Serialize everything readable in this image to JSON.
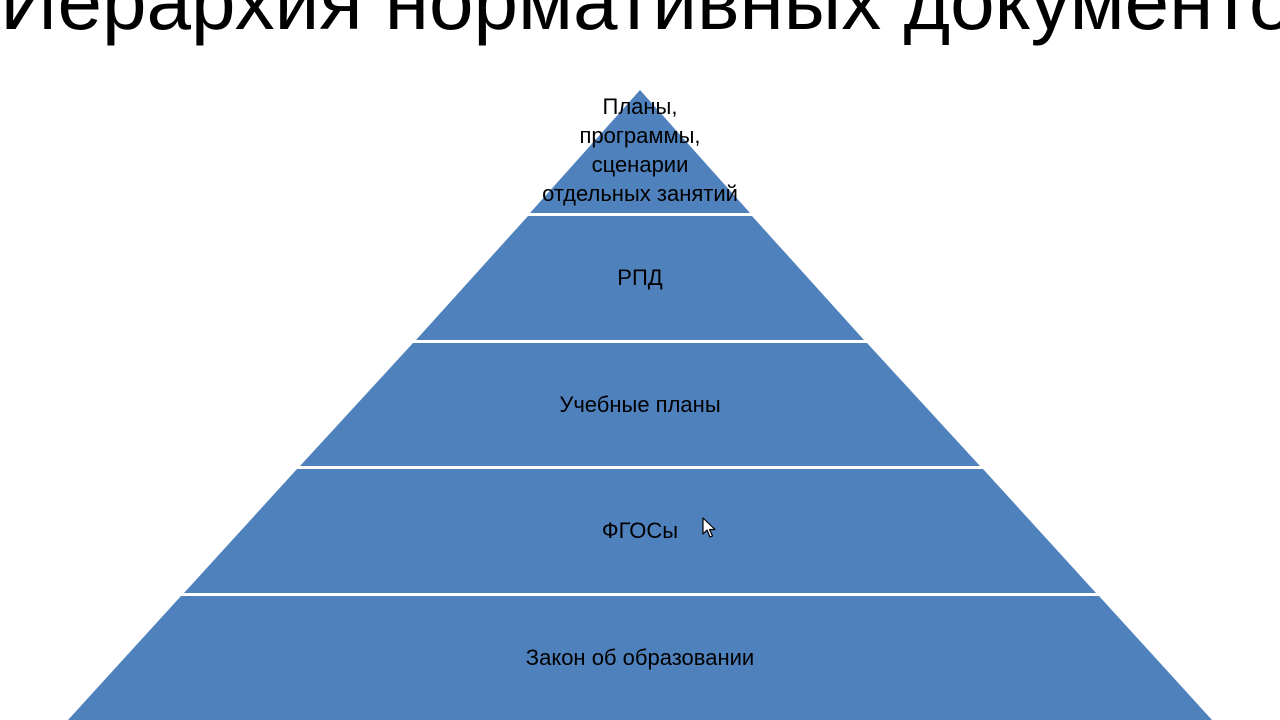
{
  "slide": {
    "title": "Иерархия нормативных документов"
  },
  "pyramid": {
    "fill_color": "#4f81bd",
    "separator_color": "#ffffff",
    "tiers": [
      {
        "label": "Планы,\nпрограммы,\nсценарии\nотдельных занятий"
      },
      {
        "label": "РПД"
      },
      {
        "label": "Учебные планы"
      },
      {
        "label": "ФГОСы"
      },
      {
        "label": "Закон об образовании"
      }
    ]
  },
  "cursor": {
    "icon": "mouse-pointer-icon"
  }
}
